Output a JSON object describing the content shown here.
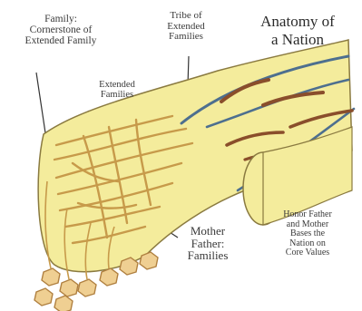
{
  "title": "Anatomy of\na Nation",
  "labels": {
    "family": "Family:\nCornerstone of\nExtended Family",
    "tribe": "Tribe of\nExtended\nFamilies",
    "extended": "Extended\nFamilies",
    "mother_father": "Mother\nFather:\nFamilies",
    "honor": "Honor Father\nand Mother\nBases the\nNation on\nCore Values"
  },
  "colors": {
    "bundle": "#f4ec9c",
    "outline": "#8a7a40",
    "fibers": "#c79a4a",
    "ribbon_blue": "#4d6f8f",
    "ribbon_brown": "#8a4e2b",
    "nodes": "#efcf92"
  }
}
